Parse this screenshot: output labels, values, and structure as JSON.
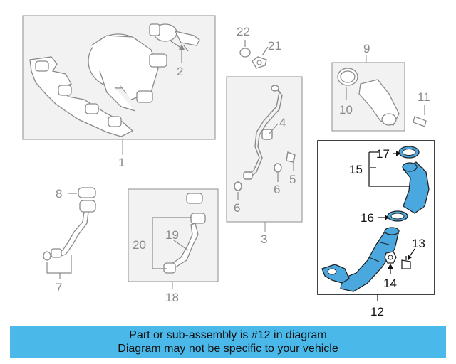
{
  "callouts": {
    "c1": "1",
    "c2": "2",
    "c3": "3",
    "c4": "4",
    "c5": "5",
    "c6a": "6",
    "c6b": "6",
    "c7": "7",
    "c8": "8",
    "c9": "9",
    "c10": "10",
    "c11": "11",
    "c12": "12",
    "c13": "13",
    "c14": "14",
    "c15": "15",
    "c16": "16",
    "c17": "17",
    "c18": "18",
    "c19": "19",
    "c20": "20",
    "c21": "21",
    "c22": "22"
  },
  "banner": {
    "line1": "Part or sub-assembly is #12 in diagram",
    "line2": "Diagram may not be specific to your vehicle",
    "background": "#4bb8ea"
  },
  "colors": {
    "highlight_part": "#4aa8df",
    "outline_gray": "#9a9a9a",
    "box_fill": "#f2f2f2",
    "selected_box": "#111111"
  }
}
